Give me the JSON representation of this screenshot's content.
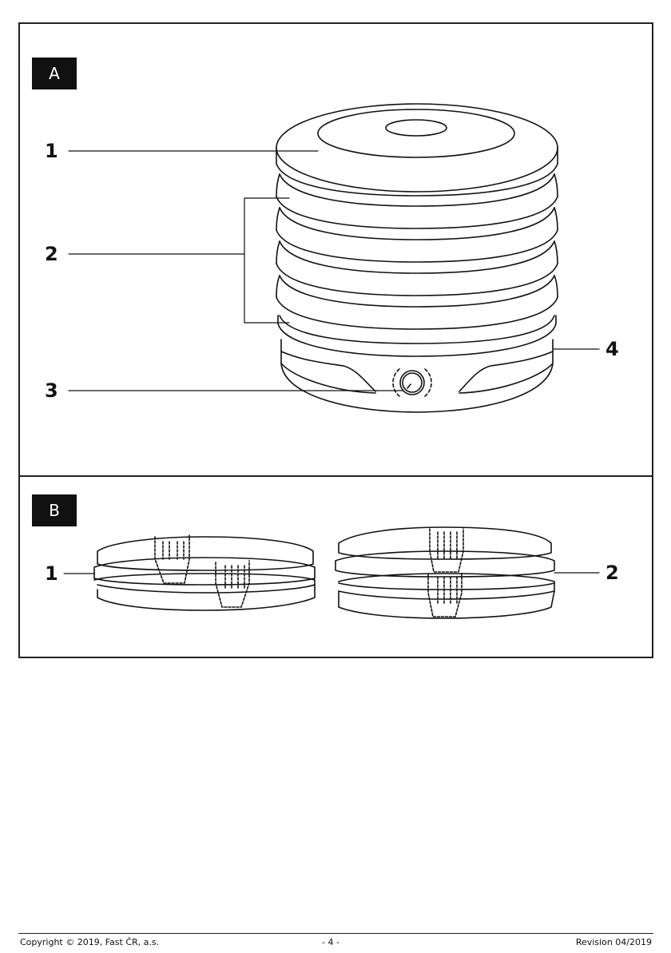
{
  "panels": {
    "a": {
      "badge": "A",
      "callouts": [
        "1",
        "2",
        "3",
        "4"
      ]
    },
    "b": {
      "badge": "B",
      "callouts": [
        "1",
        "2"
      ]
    }
  },
  "footer": {
    "copyright": "Copyright © 2019, Fast ČR, a.s.",
    "page": "- 4 -",
    "revision": "Revision 04/2019"
  }
}
